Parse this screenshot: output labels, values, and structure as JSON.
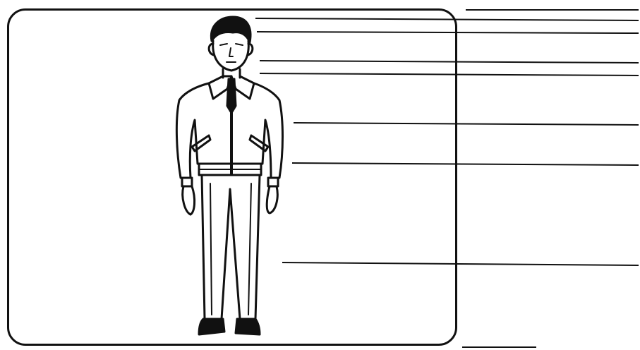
{
  "diagram": {
    "figure": "standing-man-in-jacket-and-trousers",
    "line_color": "#111111",
    "background": "#ffffff",
    "callouts": [
      {
        "part": "top-blank",
        "answer": ""
      },
      {
        "part": "hair",
        "answer": ""
      },
      {
        "part": "face",
        "answer": ""
      },
      {
        "part": "neck",
        "answer": ""
      },
      {
        "part": "collar",
        "answer": ""
      },
      {
        "part": "jacket",
        "answer": ""
      },
      {
        "part": "waistband",
        "answer": ""
      },
      {
        "part": "trousers",
        "answer": ""
      },
      {
        "part": "bottom-blank",
        "answer": ""
      }
    ]
  }
}
